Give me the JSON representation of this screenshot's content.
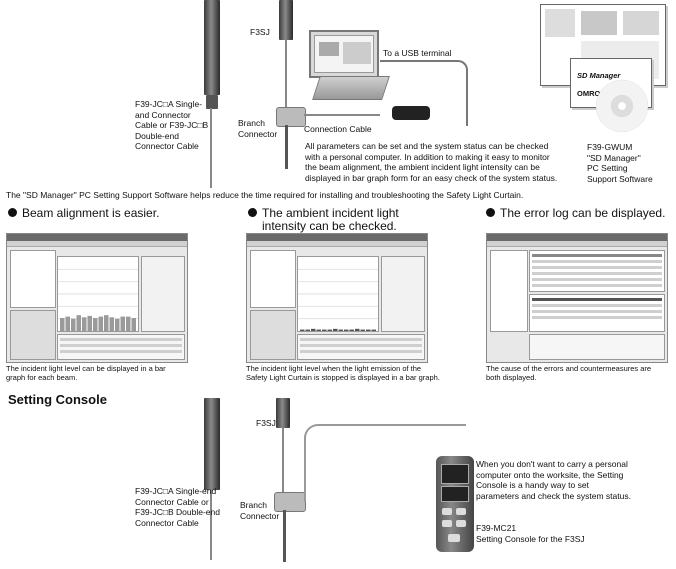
{
  "top": {
    "f3sj_label": "F3SJ",
    "cable_label_lines": [
      "F39-JC□A Single-",
      "and Connector",
      "Cable or F39-JC□B",
      "Double-end",
      "Connector Cable"
    ],
    "branch_label_lines": [
      "Branch",
      "Connector"
    ],
    "connection_cable_label": "Connection Cable",
    "usb_label": "To a USB terminal",
    "description_lines": [
      "All parameters can be set and the system status can be checked",
      "with a personal computer. In addition to making it easy to monitor",
      "the beam alignment, the ambient incident light intensity can be",
      "displayed in bar graph form for an easy check of the system status."
    ],
    "package_lines": [
      "F39-GWUM",
      "\"SD Manager\"",
      "PC Setting",
      "Support Software"
    ],
    "package_brand": "SD Manager",
    "package_logo": "OMRON"
  },
  "intro": "The \"SD Manager\" PC Setting Support Software helps reduce the time required for installing and troubleshooting the Safety Light Curtain.",
  "features": [
    {
      "heading_lines": [
        "Beam alignment is easier."
      ],
      "caption_lines": [
        "The incident light level can be displayed in a bar",
        "graph for each beam."
      ]
    },
    {
      "heading_lines": [
        "The ambient incident light",
        "intensity can be checked."
      ],
      "caption_lines": [
        "The incident light level when the light emission of the",
        "Safety Light Curtain is stopped is displayed in a bar graph."
      ]
    },
    {
      "heading_lines": [
        "The error log can be displayed."
      ],
      "caption_lines": [
        "The cause of the errors and countermeasures are",
        "both displayed."
      ]
    }
  ],
  "chart_data": [
    {
      "type": "bar",
      "title": "",
      "values": [
        0.18,
        0.2,
        0.17,
        0.22,
        0.19,
        0.21,
        0.18,
        0.2,
        0.22,
        0.19,
        0.17,
        0.2,
        0.2,
        0.18
      ]
    },
    {
      "type": "bar",
      "title": "",
      "values": [
        0.02,
        0.02,
        0.03,
        0.02,
        0.02,
        0.02,
        0.03,
        0.02,
        0.02,
        0.02,
        0.03,
        0.02,
        0.02,
        0.02
      ]
    }
  ],
  "setting_console": {
    "heading": "Setting Console",
    "f3sj_label": "F3SJ",
    "cable_label_lines": [
      "F39-JC□A Single-end",
      "Connector Cable or",
      "F39-JC□B Double-end",
      "Connector Cable"
    ],
    "branch_label_lines": [
      "Branch",
      "Connector"
    ],
    "description_lines": [
      "When you don't want to carry a personal",
      "computer onto the worksite, the Setting",
      "Console is a handy way to set",
      "parameters and check the system status."
    ],
    "product_lines": [
      "F39-MC21",
      "Setting Console for the F3SJ"
    ]
  }
}
